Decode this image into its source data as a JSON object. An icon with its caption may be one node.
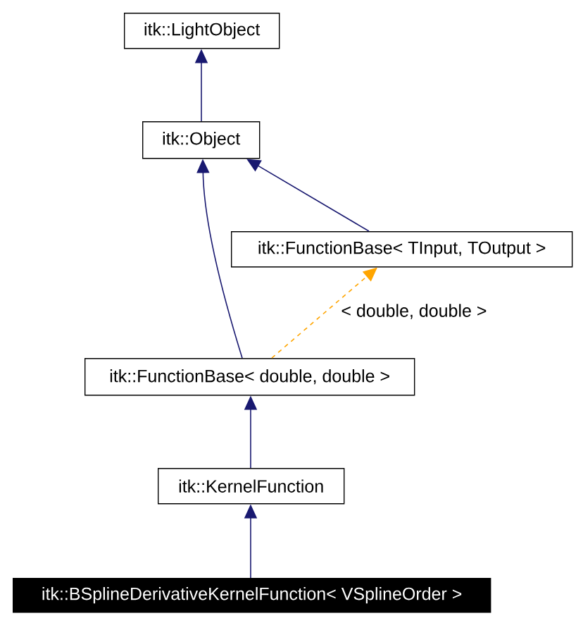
{
  "diagram": {
    "nodes": [
      {
        "text": [
          "itk::LightObject"
        ]
      },
      {
        "text": [
          "itk::Object"
        ]
      },
      {
        "text": [
          "itk::FunctionBase< TInput, TOutput >"
        ]
      },
      {
        "text": [
          "itk::FunctionBase< double, double >"
        ]
      },
      {
        "text": [
          "itk::KernelFunction"
        ]
      },
      {
        "text": [
          "itk::BSplineDerivativeKernelFunction< VSplineOrder >"
        ]
      }
    ],
    "edges": [
      {
        "from": 1,
        "to": 0,
        "arrow": "to"
      },
      {
        "from": 2,
        "to": 1,
        "arrow": "to"
      },
      {
        "from": 3,
        "to": 1,
        "arrow": "to"
      },
      {
        "from": 3,
        "to": 2,
        "arrow": "to",
        "label": "< double, double >",
        "style": "dashed",
        "color": "#ffa500"
      },
      {
        "from": 4,
        "to": 3,
        "arrow": "to"
      },
      {
        "from": 5,
        "to": 4,
        "arrow": "to"
      }
    ]
  }
}
